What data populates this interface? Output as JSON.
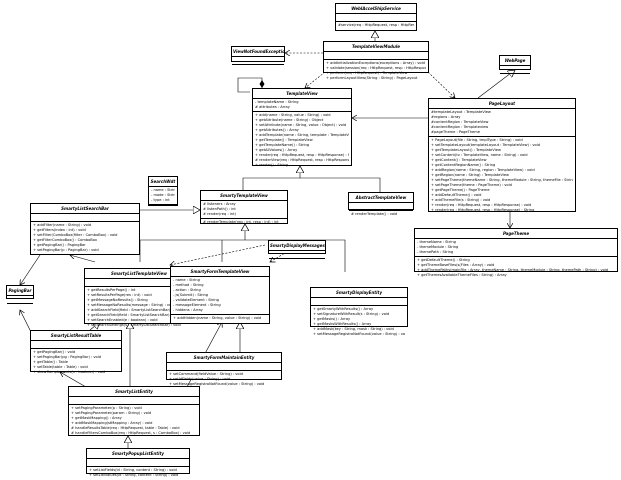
{
  "classes": {
    "wiab": {
      "name": "WebIAccelShipService",
      "attrs": [],
      "ops": [
        "#service(req : HttpRequest, resp : HttpResponse) : void"
      ]
    },
    "tvm": {
      "name": "TemplateViewModule",
      "attrs": [],
      "ops": [
        "+ addInitializationExceptions(exceptions : Array) : void",
        "+ validate(session(req : HttpRequest, resp : HttpResponse) : void",
        "+ perform(req : HttpRequest) : TemplateView",
        "+ performLayoutView(String : String) : PageLayout"
      ]
    },
    "vnfe": {
      "name": "ViewNotFoundException",
      "attrs": [],
      "ops": []
    },
    "webpage": {
      "name": "WebPage",
      "attrs": [],
      "ops": []
    },
    "tv": {
      "name": "TemplateView",
      "attrs": [
        "- templateName : String",
        "# attributes : Array"
      ],
      "ops": [
        "+ add(name : String, value : String) : void",
        "+ getAttribute(name : String) : Object",
        "+ setAttribute(name : String, value : Object) : void",
        "+ getAttributes() : Array",
        "+ addTemplate(name : String, template : TemplateView) : void",
        "+ getTemplate() : TemplateView",
        "+ getTemplateName() : String",
        "+ getAllValues() : Array",
        "+ render(req : HttpRequest, resp : HttpResponse) : String",
        "# renderView(req : HttpRequest, resp : HttpResponse) : String",
        "+ render() : String"
      ]
    },
    "pl": {
      "name": "PageLayout",
      "attrs": [
        "#templateLayout : TemplateView",
        "#regions : Array",
        "#contentRegion : TemplateView",
        "#contentRegion : Templateview",
        "#pageTheme : PageTheme"
      ],
      "ops": [
        "+ PageLayout(file : String, tmplType : String) : void",
        "+ setTemplateLayout(templateLayout : TemplateView) : void",
        "+ getTemplateLayout() : TemplateView",
        "+ setContent(tv : TemplateView, name : String) : void",
        "+ getContent() : TemplateView",
        "+ getContentRegionName() : String",
        "+ addRegion(name : String, region : TemplateView) : void",
        "+ getRegion(name : String) : TemplateView",
        "+ setPageTheme(themeName : String, themeModule : String, themeFile : String) : void",
        "+ setPageTheme(theme : PageTheme) : void",
        "+ getPageTheme() : PageTheme",
        "+ addDefaultTheme() : void",
        "+ addThemeFile(s : String) : void",
        "+ render(req : HttpRequest, resp : HttpResponse) : void",
        "+ render(req : HttpRequest, resp : HttpResponse) : String"
      ]
    },
    "swt": {
      "name": "SearchWdt",
      "attrs": [
        "- name : String",
        "- mode : String",
        "- type : int"
      ],
      "ops": []
    },
    "stv": {
      "name": "SmartyTemplateView",
      "attrs": [
        "# listeners : Array",
        "# listenPath() : int",
        "# render(req : int)"
      ],
      "ops": [
        "# renderTemplate(req : int, resp : int) : int"
      ]
    },
    "atv": {
      "name": "AbstractTemplateView",
      "attrs": [],
      "ops": [
        "# renderTemplate() : void"
      ]
    },
    "slsb": {
      "name": "SmartyListSearchBar",
      "attrs": [],
      "ops": [
        "+ addFilter(name : String) : void",
        "+ getFilters(index : int) : void",
        "+ setFilter(ComboBox(filter : ComboBox) : void",
        "+ getFilterComboBox() : ComboBox",
        "+ getPagingBar() : PagingBar",
        "+ setPagingBar(p : PagingBar) : void"
      ]
    },
    "sdm": {
      "name": "SmartyDisplayMessages",
      "attrs": [],
      "ops": []
    },
    "pagingbar": {
      "name": "PagingBar",
      "attrs": [],
      "ops": []
    },
    "sltv": {
      "name": "SmartyListTemplateView",
      "attrs": [],
      "ops": [
        "+ getResultsPerPage() : int",
        "+ setResultsPerPage(res : int) : void",
        "+ getMessageNoResults() : String",
        "+ setMessageNoResults(message : String) : void",
        "+ addSearchField(field : SmartyListSearchBar) : void",
        "+ getSearchField(field : SmartyListSearchBar) : void",
        "+ setSearchEnabled(e : boolean) : void",
        "+ setSearchSettings(s : SmartyListSearchBar) : void"
      ]
    },
    "sftv": {
      "name": "SmartyFormTemplateView",
      "attrs": [
        "- name : String",
        "- method : String",
        "- action : String",
        "- js(Submit) : String",
        "- validateElement : String",
        "- messageElement : String",
        "- hiddens : Array"
      ],
      "ops": [
        "+ addHidden(name : String, value : String) : void"
      ]
    },
    "sde": {
      "name": "SmartyDisplayEntity",
      "attrs": [],
      "ops": [
        "+ getSmartyWithResults() : Array",
        "+ setSignatureWithResult(s : String) : void",
        "+ getMasks() : Array",
        "+ getMasksWithResults() : Array",
        "+ addMask(key : String, mask : String) : void",
        "+ setMessageRegistroNotFound(value : String) : void"
      ]
    },
    "slrt": {
      "name": "SmartyListResultTable",
      "attrs": [],
      "ops": [
        "+ getPagingBar() : void",
        "+ setPagingBar(pg : PagingBar) : void",
        "+ getTable() : Table",
        "+ setTable(table : Table) : void",
        "+ showComplements(v : boolean) : void"
      ]
    },
    "sfme": {
      "name": "SmartyFormMaintainEntity",
      "attrs": [],
      "ops": [
        "+ setCommand(fieldValue : String) : void",
        "+ setIdFields(value : String) : void",
        "+ setMessageRegistroNotFound(value : String) : void"
      ]
    },
    "sle": {
      "name": "SmartyListEntity",
      "attrs": [],
      "ops": [
        "+ setPagingParameter(p : String) : void",
        "+ setPagingParameter(param : String) : void",
        "+ getMaskMapping() : Array",
        "+ addMaskMapping(stMapping : Array) : void",
        "# handleResultsTable(req : HttpRequest, table : Table) : void",
        "# handleFiltersComboBox(req : HttpRequest, s : ComboBox) : void"
      ]
    },
    "pt": {
      "name": "PageTheme",
      "attrs": [
        "- themeName : String",
        "- themeModule : String",
        "- themePath : String"
      ],
      "ops": [
        "+ getDefaultTheme() : String",
        "+ getThemeBaseFiles(s(Files : Array) : void",
        "+ addThemePaths(mainFile : Array, themeName : String, themeModule : String, themePath : String) : void",
        "+ getThemesAvailableThemeFiles : String) : Array"
      ]
    },
    "sple": {
      "name": "SmartyPopupListEntity",
      "attrs": [],
      "ops": [
        "+ setListFields(id : String, content : String) : void",
        "+ setListValues(id : String, content : String) : void"
      ]
    }
  }
}
